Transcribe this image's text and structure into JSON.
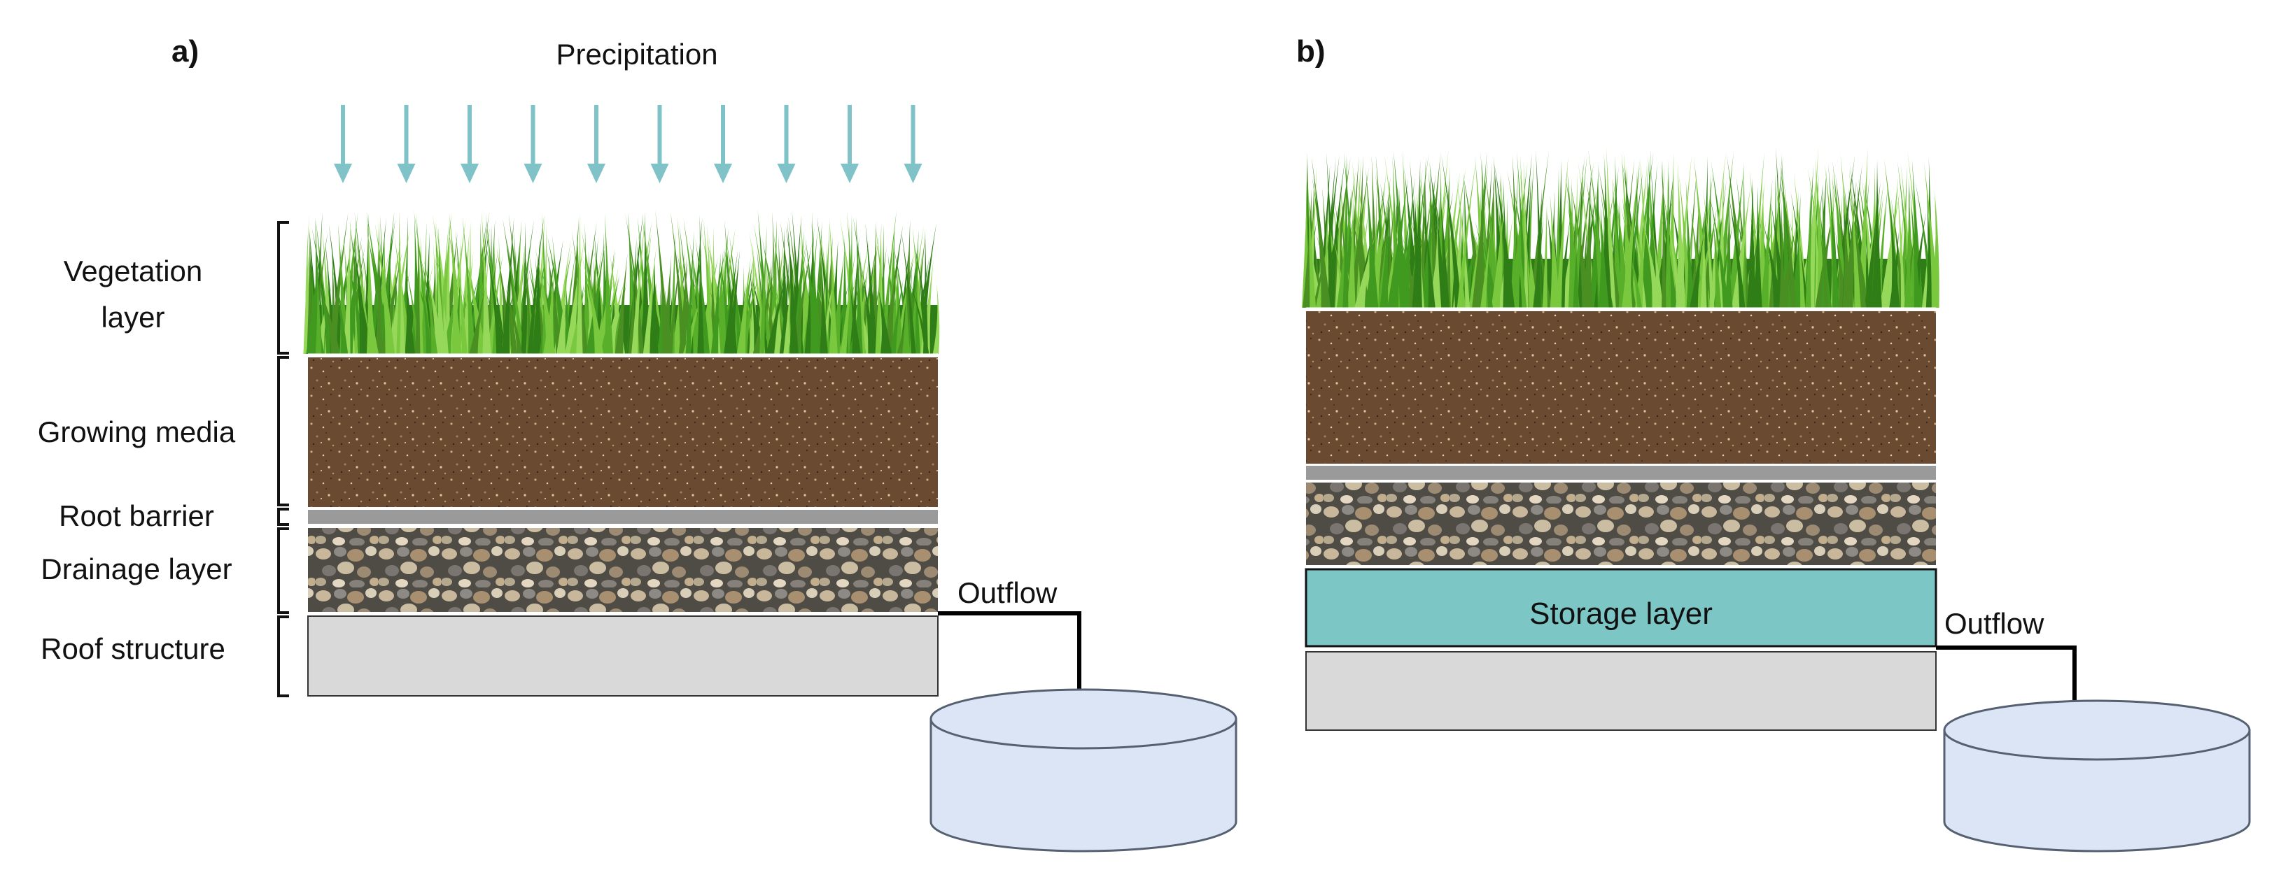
{
  "panel_a": {
    "letter": "a)",
    "precipitation_label": "Precipitation",
    "layers": [
      {
        "label_lines": [
          "Vegetation",
          "layer"
        ]
      },
      {
        "label_lines": [
          "Growing media"
        ]
      },
      {
        "label_lines": [
          "Root barrier"
        ]
      },
      {
        "label_lines": [
          "Drainage layer"
        ]
      },
      {
        "label_lines": [
          "Roof structure"
        ]
      }
    ],
    "outflow_label": "Outflow"
  },
  "panel_b": {
    "letter": "b)",
    "storage_label": "Storage layer",
    "outflow_label": "Outflow"
  },
  "colors": {
    "rain_arrow": "#7fc3c8",
    "grass_dark": "#2f7d16",
    "grass_light": "#8fd24a",
    "soil": "#6a4a33",
    "root_barrier": "#9a9a9a",
    "gravel_bg": "#5e5a52",
    "storage": "#7cc7c6",
    "roof": "#d9d9d9",
    "tank": "#dbe5f6",
    "tank_stroke": "#556070"
  }
}
